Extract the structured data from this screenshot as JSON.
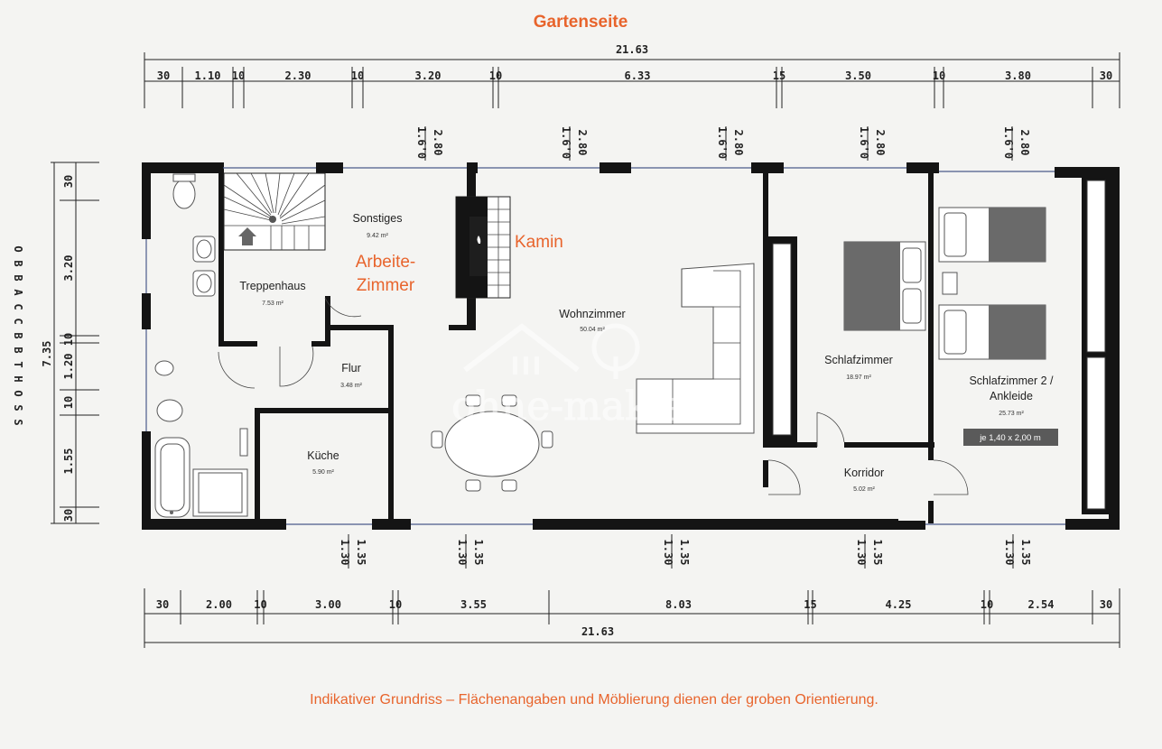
{
  "header": {
    "title": "Gartenseite"
  },
  "footer": {
    "note": "Indikativer Grundriss – Flächenangaben und Möblierung dienen der groben Orientierung."
  },
  "side_label": "OBBACCBBTHOSS",
  "top_total": "21.63",
  "bottom_total": "21.63",
  "height_total": "7.35",
  "top_segments": [
    "30",
    "1.10",
    "10",
    "2.30",
    "10",
    "3.20",
    "10",
    "6.33",
    "15",
    "3.50",
    "10",
    "3.80",
    "30"
  ],
  "bottom_segments": [
    "30",
    "2.00",
    "10",
    "3.00",
    "10",
    "3.55",
    "8.03",
    "15",
    "4.25",
    "10",
    "2.54",
    "30"
  ],
  "left_segments": [
    "30",
    "3.20",
    "10",
    "1.20",
    "10",
    "1.55",
    "30"
  ],
  "top_window_labels": [
    "1.6'0",
    "2.80"
  ],
  "bottom_window_labels": [
    "1.30",
    "1.35"
  ],
  "rooms": {
    "sonstiges": {
      "name": "Sonstiges",
      "area": "9.42 m²"
    },
    "arbeite": {
      "line1": "Arbeite-",
      "line2": "Zimmer"
    },
    "kamin": {
      "label": "Kamin"
    },
    "treppenhaus": {
      "name": "Treppenhaus",
      "area": "7.53 m²"
    },
    "flur": {
      "name": "Flur",
      "area": "3.48 m²"
    },
    "kueche": {
      "name": "Küche",
      "area": "5.90 m²"
    },
    "wohnzimmer": {
      "name": "Wohnzimmer",
      "area": "50.04 m²"
    },
    "schlafzimmer": {
      "name": "Schlafzimmer",
      "area": "18.97 m²"
    },
    "schlafzimmer2": {
      "line1": "Schlafzimmer 2 /",
      "line2": "Ankleide",
      "area": "25.73 m²",
      "badge": "je 1,40 x 2,00 m"
    },
    "korridor": {
      "name": "Korridor",
      "area": "5.02 m²"
    }
  },
  "watermark": "ohne-makler",
  "colors": {
    "accent": "#e8642c",
    "wall": "#141414",
    "badge": "#5a5a5a"
  }
}
